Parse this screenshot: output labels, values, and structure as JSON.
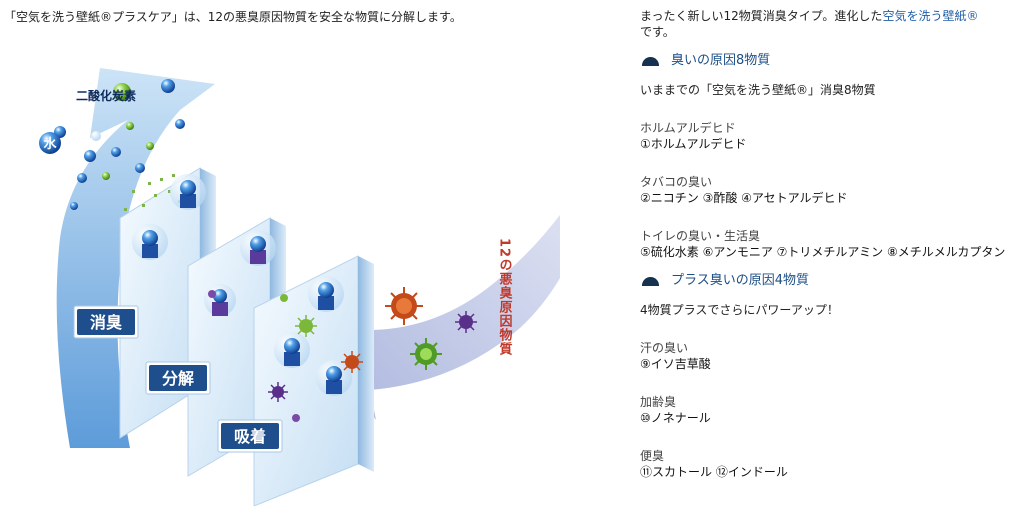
{
  "left_caption": "「空気を洗う壁紙®プラスケア」は、12の悪臭原因物質を安全な物質に分解します。",
  "illustration": {
    "label_co2": "二酸化炭素",
    "label_water": "水",
    "label_count": "12の悪臭原因物質",
    "stages": [
      {
        "label": "消臭"
      },
      {
        "label": "分解"
      },
      {
        "label": "吸着"
      }
    ]
  },
  "right": {
    "intro_prefix": "まったく新しい12物質消臭タイプ。進化した",
    "intro_link": "空気を洗う壁紙®",
    "intro_suffix": "です。",
    "section1": {
      "title": "臭いの原因8物質",
      "lead": "いままでの「空気を洗う壁紙®」消臭8物質",
      "groups": [
        {
          "label": "ホルムアルデヒド",
          "items": "①ホルムアルデヒド"
        },
        {
          "label": "タバコの臭い",
          "items": "②ニコチン ③酢酸 ④アセトアルデヒド"
        },
        {
          "label": "トイレの臭い・生活臭",
          "items": "⑤硫化水素 ⑥アンモニア ⑦トリメチルアミン ⑧メチルメルカプタン"
        }
      ]
    },
    "section2": {
      "title": "プラス臭いの原因4物質",
      "lead": "4物質プラスでさらにパワーアップ！",
      "groups": [
        {
          "label": "汗の臭い",
          "items": "⑨イソ吉草酸"
        },
        {
          "label": "加齢臭",
          "items": "⑩ノネナール"
        },
        {
          "label": "便臭",
          "items": "⑪スカトール ⑫インドール"
        }
      ]
    }
  },
  "colors": {
    "link": "#1f5fa8",
    "section_title": "#1d4f86",
    "dome": "#16324f",
    "stage_label": "#1e4e8c",
    "count_text": "#c0392b"
  }
}
